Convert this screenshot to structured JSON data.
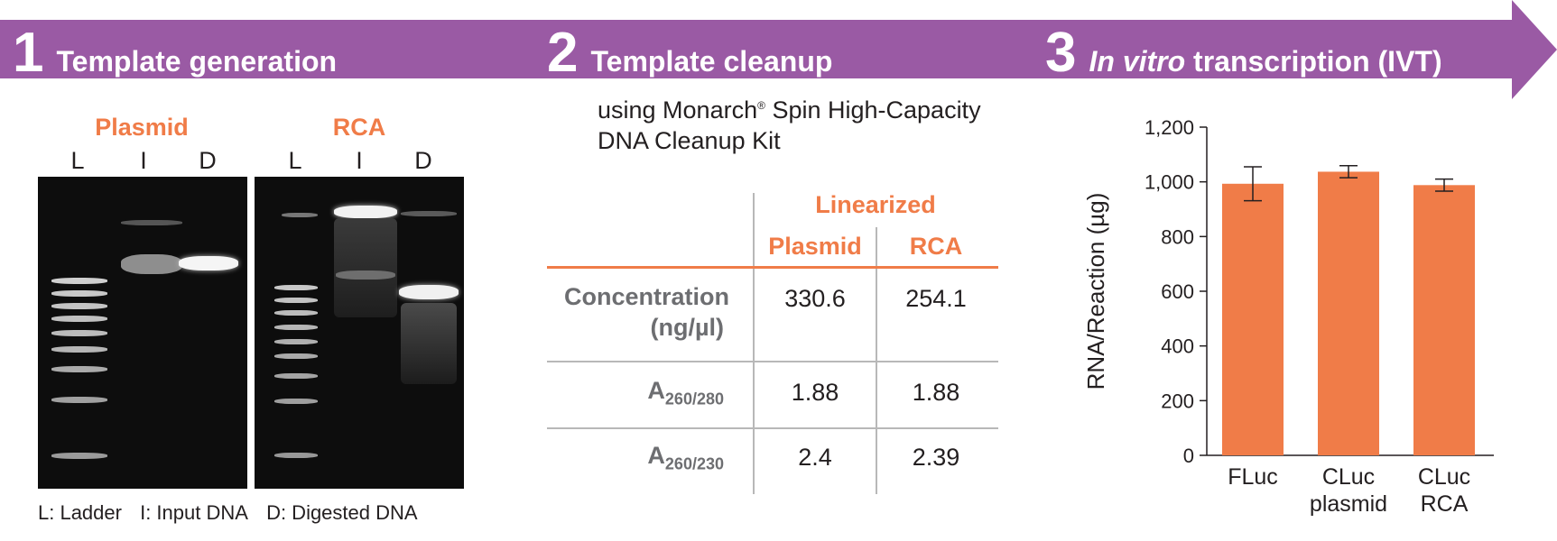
{
  "colors": {
    "banner": "#9a5aa4",
    "accent": "#f07c48",
    "gel_bg": "#0d0d0d",
    "bar": "#f07c48"
  },
  "steps": [
    {
      "number": "1",
      "title": "Template generation"
    },
    {
      "number": "2",
      "title": "Template cleanup"
    },
    {
      "number": "3",
      "title_italic": "In vitro",
      "title_rest": " transcription (IVT)"
    }
  ],
  "gels": {
    "plasmid": {
      "title": "Plasmid",
      "lanes": [
        "L",
        "I",
        "D"
      ]
    },
    "rca": {
      "title": "RCA",
      "lanes": [
        "L",
        "I",
        "D"
      ]
    },
    "legend": [
      "L: Ladder",
      "I: Input DNA",
      "D: Digested DNA"
    ]
  },
  "cleanup": {
    "subtitle_line1": "using Monarch",
    "subtitle_reg": "®",
    "subtitle_line1b": " Spin High-Capacity",
    "subtitle_line2": "DNA Cleanup Kit",
    "table": {
      "group_header": "Linearized",
      "columns": [
        "Plasmid",
        "RCA"
      ],
      "rows": [
        {
          "label_line1": "Concentration",
          "label_line2": "(ng/µl)",
          "values": [
            "330.6",
            "254.1"
          ]
        },
        {
          "label_main": "A",
          "label_sub": "260/280",
          "values": [
            "1.88",
            "1.88"
          ]
        },
        {
          "label_main": "A",
          "label_sub": "260/230",
          "values": [
            "2.4",
            "2.39"
          ]
        }
      ]
    }
  },
  "chart_data": {
    "type": "bar",
    "categories": [
      [
        "FLuc"
      ],
      [
        "CLuc",
        "plasmid"
      ],
      [
        "CLuc",
        "RCA"
      ]
    ],
    "values": [
      993,
      1037,
      988
    ],
    "errors": [
      62,
      22,
      22
    ],
    "ylabel": "RNA/Reaction (µg)",
    "ylim": [
      0,
      1200
    ],
    "yticks": [
      0,
      200,
      400,
      600,
      800,
      1000,
      1200
    ],
    "ytick_labels": [
      "0",
      "200",
      "400",
      "600",
      "800",
      "1,000",
      "1,200"
    ],
    "grid": false
  }
}
